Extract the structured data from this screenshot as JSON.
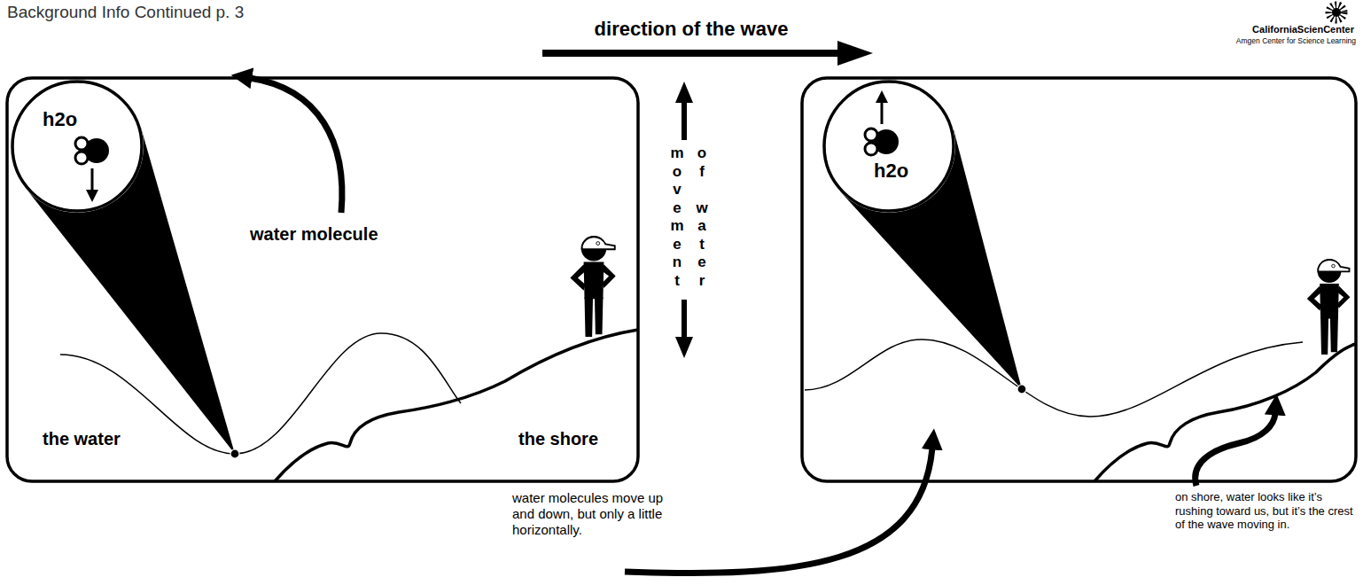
{
  "diagram": {
    "nodes": [
      {
        "text": [
          "h2o"
        ]
      },
      {
        "text": [
          "h2o"
        ]
      }
    ],
    "labels": [
      "Background Info Continued p. 3",
      "direction of the wave",
      "CaliforniaScienCenter",
      "Amgen Center for Science Learning",
      "water molecule",
      "the water",
      "the shore",
      "movement of water",
      "water molecules move up and down, but only a little horizontally.",
      "on shore, water looks like it’s rushing toward us, but it’s the crest of the wave moving in."
    ]
  }
}
